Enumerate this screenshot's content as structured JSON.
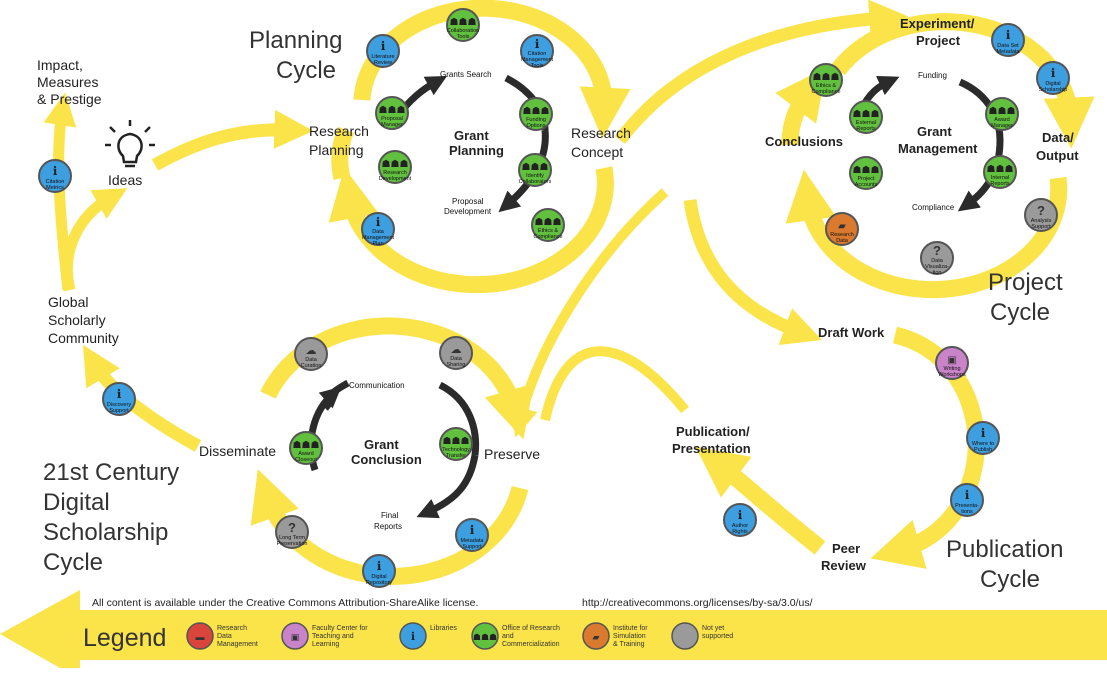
{
  "title": [
    "21st Century",
    "Digital",
    "Scholarship",
    "Cycle"
  ],
  "left": {
    "impact": [
      "Impact,",
      "Measures",
      "& Prestige"
    ],
    "ideas": "Ideas",
    "global": [
      "Global",
      "Scholarly",
      "Community"
    ],
    "disseminate": "Disseminate",
    "citation_metrics": [
      "Citation",
      "Metrics"
    ],
    "discovery_support": [
      "Discovery",
      "Support"
    ]
  },
  "planning": {
    "cycle_label": [
      "Planning",
      "Cycle"
    ],
    "research_planning": [
      "Research",
      "Planning"
    ],
    "research_concept": [
      "Research",
      "Concept"
    ],
    "grants_search": "Grants Search",
    "center": [
      "Grant",
      "Planning"
    ],
    "proposal_development": [
      "Proposal",
      "Development"
    ],
    "nodes": {
      "collaboration_tools": [
        "Collaboration",
        "Tools"
      ],
      "literature_review": [
        "Literature",
        "Review"
      ],
      "citation_management": [
        "Citation",
        "Management",
        "Tools"
      ],
      "proposal_manager": [
        "Proposal",
        "Manager"
      ],
      "funding_options": [
        "Funding",
        "Options"
      ],
      "research_development": [
        "Research",
        "Development"
      ],
      "identify_collaborators": [
        "Identify",
        "Collaborators"
      ],
      "data_management_plan": [
        "Data",
        "Management",
        "Plan"
      ],
      "ethics_compliance": [
        "Ethics &",
        "Compliance"
      ]
    }
  },
  "project": {
    "experiment": [
      "Experiment/",
      "Project"
    ],
    "funding": "Funding",
    "center": [
      "Grant",
      "Management"
    ],
    "compliance": "Compliance",
    "conclusions": "Conclusions",
    "data_output": [
      "Data/",
      "Output"
    ],
    "cycle_label": [
      "Project",
      "Cycle"
    ],
    "nodes": {
      "data_set_metadata": [
        "Data Set",
        "Metadata"
      ],
      "digital_scholarship": [
        "Digital",
        "Scholarship"
      ],
      "ethics_compliance": [
        "Ethics &",
        "Compliance"
      ],
      "external_reports": [
        "External",
        "Reports"
      ],
      "award_manager": [
        "Award",
        "Manager"
      ],
      "project_accounts": [
        "Project",
        "Accounts"
      ],
      "internal_reports": [
        "Internal",
        "Reports"
      ],
      "research_data": [
        "Research",
        "Data"
      ],
      "data_visualization": [
        "Data",
        "Visualiza-",
        "tion"
      ],
      "analysis_support": [
        "Analysis",
        "Support"
      ]
    }
  },
  "conclusion": {
    "communication": "Communication",
    "center": [
      "Grant",
      "Conclusion"
    ],
    "final_reports": [
      "Final",
      "Reports"
    ],
    "preserve": "Preserve",
    "nodes": {
      "data_curation": [
        "Data",
        "Curation"
      ],
      "data_sharing": [
        "Data",
        "Sharing"
      ],
      "award_closeout": [
        "Award",
        "Closeout"
      ],
      "technology_transfer": [
        "Technology",
        "Transfer"
      ],
      "long_term_preservation": [
        "Long Term",
        "Preservation"
      ],
      "digital_repository": [
        "Digital",
        "Repository"
      ],
      "metadata_support": [
        "Metadata",
        "Support"
      ]
    }
  },
  "publication": {
    "draft_work": "Draft Work",
    "pub_presentation": [
      "Publication/",
      "Presentation"
    ],
    "peer_review": [
      "Peer",
      "Review"
    ],
    "cycle_label": [
      "Publication",
      "Cycle"
    ],
    "nodes": {
      "writing_workshops": [
        "Writing",
        "Workshops"
      ],
      "where_to_publish": [
        "Where to",
        "Publish"
      ],
      "presentations": [
        "Presenta-",
        "tions"
      ],
      "author_rights": [
        "Author",
        "Rights"
      ]
    }
  },
  "license": "All content  is available under the Creative Commons Attribution-ShareAlike license.",
  "license_url": "http://creativecommons.org/licenses/by-sa/3.0/us/",
  "legend": {
    "title": "Legend",
    "items": [
      {
        "label": [
          "Research",
          "Data",
          "Management"
        ],
        "color": "#d9453d"
      },
      {
        "label": [
          "Faculty Center for",
          "Teaching and",
          "Learning"
        ],
        "color": "#c983c8"
      },
      {
        "label": [
          "Libraries"
        ],
        "color": "#3d9ee0"
      },
      {
        "label": [
          "Office of Research",
          "and",
          "Commercialization"
        ],
        "color": "#62c03f"
      },
      {
        "label": [
          "Institute for",
          "Simulation",
          "& Training"
        ],
        "color": "#d97a2e"
      },
      {
        "label": [
          "Not yet",
          "supported"
        ],
        "color": "#9a9a9a"
      }
    ]
  },
  "colors": {
    "arrow_yellow": "#fbe34a",
    "dark_arrow": "#2b2b2b",
    "libraries_blue": "#3d9ee0",
    "research_green": "#62c03f",
    "ist_orange": "#d97a2e",
    "fctl_purple": "#c983c8",
    "unsupported_gray": "#9a9a9a"
  }
}
